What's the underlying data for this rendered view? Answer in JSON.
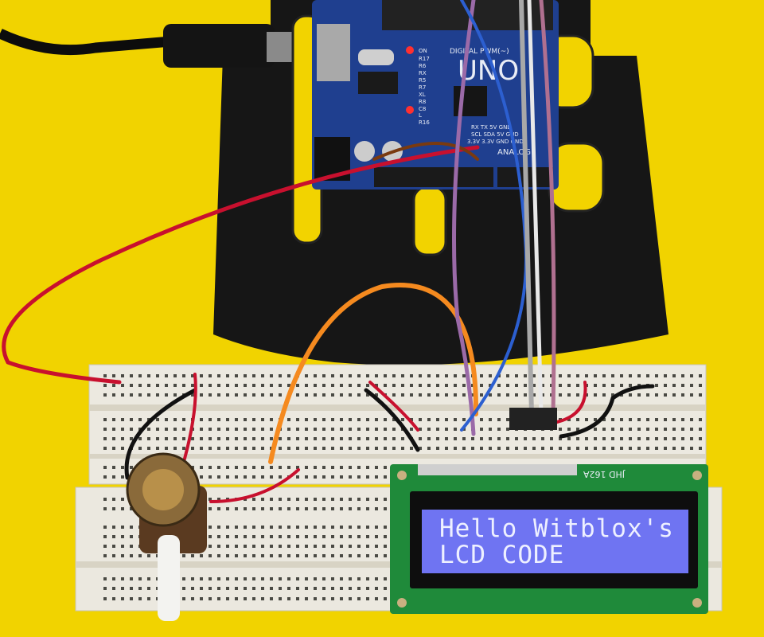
{
  "arduino": {
    "model_label": "UNO",
    "digital_label": "DIGITAL PWM(~)",
    "analog_label": "ANALOG",
    "power_pins": [
      "RX TX 5V GND",
      "SCL SDA 5V GND",
      "3.3V 3.3V GND GND"
    ],
    "leds": [
      "ON",
      "R17",
      "R6",
      "RX",
      "R5",
      "R7",
      "XL",
      "R8",
      "C8",
      "L",
      "R16"
    ]
  },
  "lcd": {
    "model_label": "JHD 162A",
    "line1": "Hello Witblox's",
    "line2": "LCD CODE",
    "backlight_color": "#6f74f2",
    "pcb_color": "#1f8a3a"
  },
  "colors": {
    "background": "#f1d300",
    "mat": "#161616",
    "board": "#1f3f8f",
    "breadboard": "#ece9e0"
  }
}
